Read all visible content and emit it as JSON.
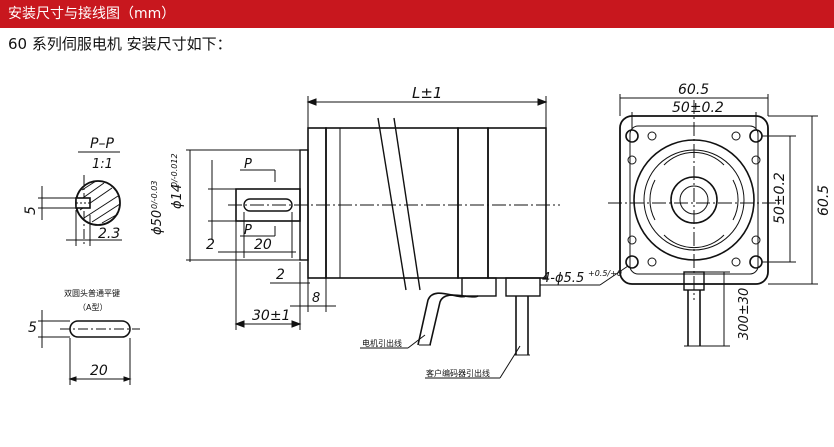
{
  "header": {
    "title": "安装尺寸与接线图（mm）",
    "bg_color": "#c8171e",
    "text_color": "#ffffff"
  },
  "subtitle": "60 系列伺服电机  安装尺寸如下：",
  "section_view": {
    "label": "P–P",
    "scale": "1:1",
    "dim_key_height": "5",
    "dim_key_depth": "2.3"
  },
  "key_detail": {
    "caption": "双圆头普通平键",
    "type_label": "（A型）",
    "dim_height": "5",
    "dim_length": "20"
  },
  "side_view": {
    "dim_length": "L±1",
    "dim_flange_dia": "ϕ50",
    "dim_flange_tol": "0/-0.03",
    "dim_shaft_dia": "ϕ14",
    "dim_shaft_tol": "0/-0.012",
    "section_mark_top": "P",
    "section_mark_bottom": "P",
    "dim_key_len": "20",
    "dim_key_offset": "2",
    "dim_shoulder": "2",
    "dim_flange_thick": "8",
    "dim_shaft_len": "30±1",
    "label_motor_lead": "电机引出线",
    "label_encoder_lead": "客户编码器引出线"
  },
  "front_view": {
    "dim_outer_width": "60.5",
    "dim_hole_spacing_x": "50±0.2",
    "dim_hole_spacing_y": "50±0.2",
    "dim_outer_height": "60.5",
    "dim_holes": "4-ϕ5.5",
    "dim_holes_tol": "+0.5/+0",
    "dim_cable_len": "300±30"
  }
}
